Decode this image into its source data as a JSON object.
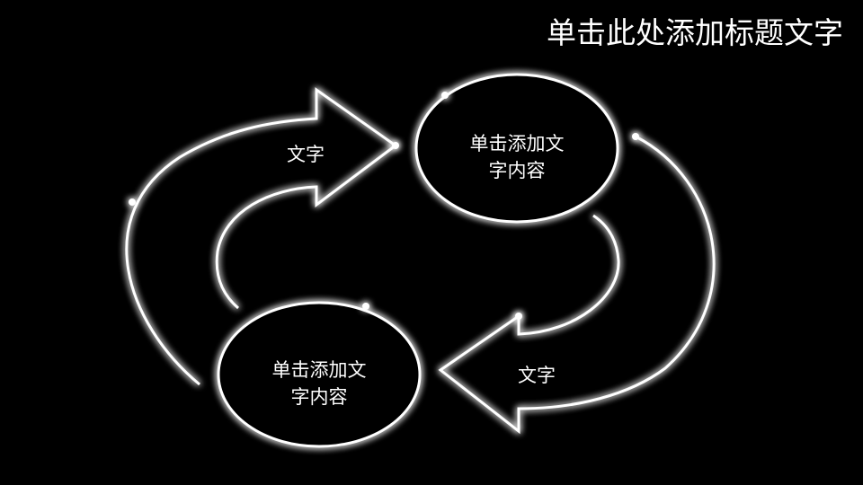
{
  "title": "单击此处添加标题文字",
  "arrows": [
    {
      "label": "文字"
    },
    {
      "label": "文字"
    }
  ],
  "circles": [
    {
      "line1": "单击添加文",
      "line2": "字内容"
    },
    {
      "line1": "单击添加文",
      "line2": "字内容"
    }
  ],
  "colors": {
    "background": "#000000",
    "stroke": "#ffffff"
  }
}
